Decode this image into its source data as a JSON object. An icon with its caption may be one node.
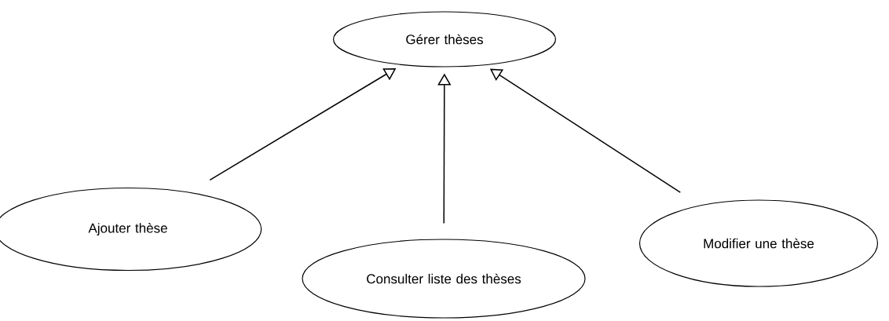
{
  "diagram": {
    "nodes": [
      {
        "text": [
          "Gérer thèses"
        ]
      },
      {
        "text": [
          "Ajouter thèse"
        ]
      },
      {
        "text": [
          "Consulter liste des thèses"
        ]
      },
      {
        "text": [
          "Modifier une thèse"
        ]
      }
    ],
    "edges": [
      {
        "from": 1,
        "to": 0,
        "arrow": "to"
      },
      {
        "from": 2,
        "to": 0,
        "arrow": "to"
      },
      {
        "from": 3,
        "to": 0,
        "arrow": "to"
      }
    ]
  }
}
